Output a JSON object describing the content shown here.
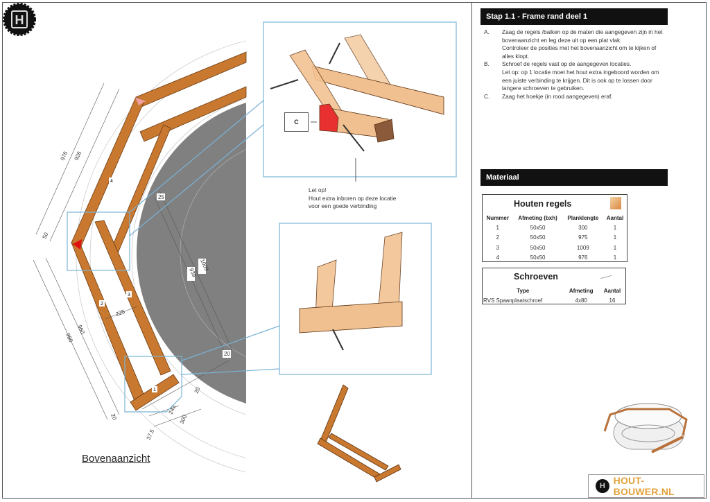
{
  "header": {
    "title": "Stap 1.1 - Frame rand deel 1"
  },
  "steps": [
    {
      "letter": "A.",
      "lines": [
        "Zaag de regels /balken op de maten die aangegeven zijn in het bovenaanzicht en leg deze uit op een plat vlak.",
        "Controleer de posities met het bovenaanzicht om te kijken of alles klopt."
      ]
    },
    {
      "letter": "B.",
      "lines": [
        "Schroef de regels vast op de aangegeven locaties.",
        "Let op: op 1 locatie moet het hout extra ingeboord worden om een juiste verbinding te krijgen. Dit is ook op te lossen door langere schroeven te gebruiken."
      ]
    },
    {
      "letter": "C.",
      "lines": [
        "Zaag het hoekje (in rood aangegeven) eraf."
      ]
    }
  ],
  "material": {
    "title": "Materiaal",
    "wood": {
      "title": "Houten regels",
      "columns": [
        "Nummer",
        "Afmeting (bxh)",
        "Planklengte",
        "Aantal"
      ],
      "rows": [
        [
          "1",
          "50x50",
          "300",
          "1"
        ],
        [
          "2",
          "50x50",
          "975",
          "1"
        ],
        [
          "3",
          "50x50",
          "1009",
          "1"
        ],
        [
          "4",
          "50x50",
          "976",
          "1"
        ]
      ]
    },
    "screws": {
      "title": "Schroeven",
      "columns": [
        "Type",
        "Afmeting",
        "Aantal"
      ],
      "rows": [
        [
          "RVS Spaanplaatschroef",
          "4x80",
          "16"
        ]
      ]
    }
  },
  "drawing": {
    "title": "Bovenaanzicht",
    "note": [
      "Let op!",
      "Hout extra inboren op deze locatie",
      "voor een goede verbinding"
    ],
    "callout": "C",
    "dimensions": [
      "976",
      "926",
      "50",
      "25",
      "1009",
      "939",
      "225",
      "960",
      "980",
      "20",
      "243",
      "300",
      "37.5",
      "20",
      "20"
    ],
    "beam_labels": [
      "4",
      "3",
      "2",
      "1"
    ],
    "colors": {
      "wood": "#c8782f",
      "cut": "#e01010",
      "disc": "#808080",
      "detail_frame": "#7ab3d6"
    }
  },
  "brand": {
    "name": "HOUT-BOUWER.NL",
    "logo_letter": "H"
  }
}
